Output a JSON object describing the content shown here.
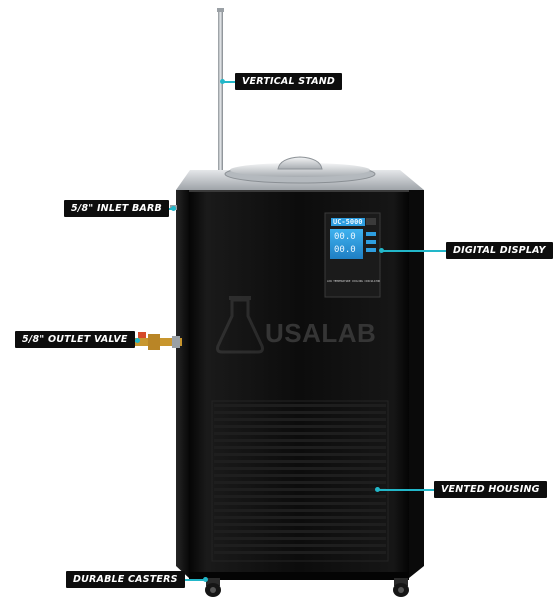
{
  "product": {
    "brand_watermark": "USALAB",
    "display_model": "UC-5000",
    "display_reading_top": "00.0",
    "display_reading_bottom": "00.0",
    "panel_caption": "LOW TEMPERATURE COOLING CIRCULATOR"
  },
  "callouts": {
    "vertical_stand": "VERTICAL STAND",
    "inlet_barb": "5/8\" INLET BARB",
    "digital_display": "DIGITAL DISPLAY",
    "outlet_valve": "5/8\" OUTLET VALVE",
    "vented_housing": "VENTED HOUSING",
    "durable_casters": "DURABLE CASTERS"
  },
  "colors": {
    "accent": "#22b7c9",
    "body": "#0a0a0a",
    "label_bg": "#0d0d0d",
    "steel": "#c9cdd1",
    "display": "#2e9ee0",
    "valve_brass": "#c8962e",
    "valve_handle": "#d64a2a"
  }
}
